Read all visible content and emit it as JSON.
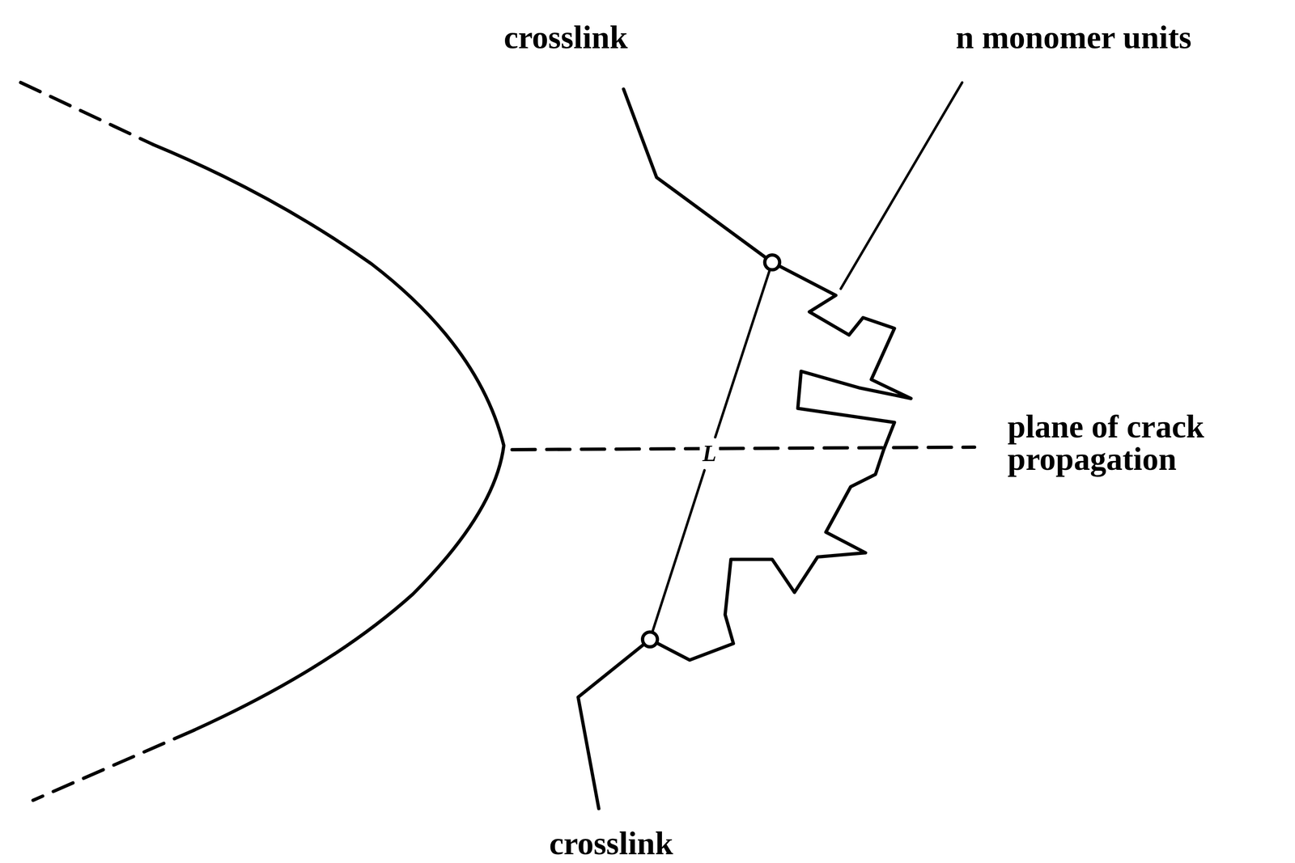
{
  "diagram": {
    "labels": [
      "crosslink",
      "n monomer units",
      "plane of crack propagation",
      "L",
      "crosslink"
    ]
  }
}
